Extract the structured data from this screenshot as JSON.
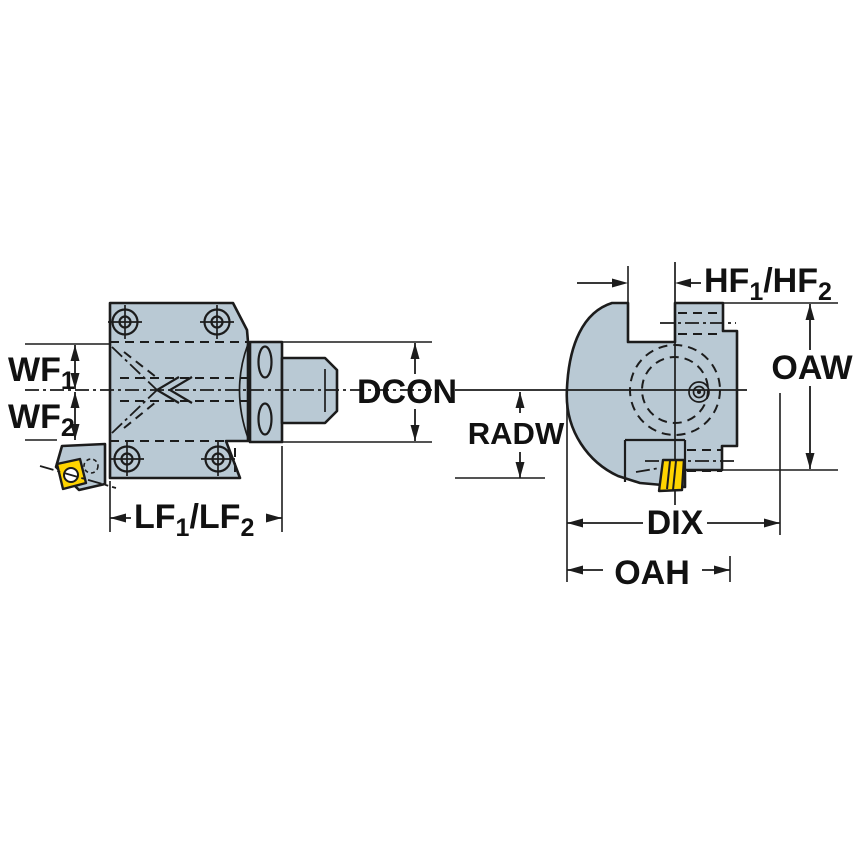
{
  "drawing": {
    "type": "technical-drawing-tool-holder",
    "colors": {
      "background": "#ffffff",
      "body_fill": "#b9c9d4",
      "insert_fill": "#ffd400",
      "line": "#1c1c1c"
    },
    "labels": {
      "wf1": {
        "base": "WF",
        "sub": "1"
      },
      "wf2": {
        "base": "WF",
        "sub": "2"
      },
      "dcon": {
        "base": "DCON"
      },
      "lf": {
        "base": "LF",
        "sub1": "1",
        "separator": "/LF",
        "sub2": "2"
      },
      "hf": {
        "base": "HF",
        "sub1": "1",
        "separator": "/HF",
        "sub2": "2"
      },
      "oaw": {
        "base": "OAW"
      },
      "radw": {
        "base": "RADW"
      },
      "dix": {
        "base": "DIX"
      },
      "oah": {
        "base": "OAH"
      }
    }
  }
}
